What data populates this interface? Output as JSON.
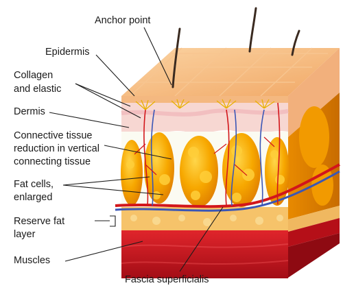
{
  "labels": {
    "anchor_point": "Anchor point",
    "epidermis": "Epidermis",
    "collagen_line1": "Collagen",
    "collagen_line2": "and elastic",
    "dermis": "Dermis",
    "connective_line1": "Connective tissue",
    "connective_line2": "reduction in vertical",
    "connective_line3": "connecting tissue",
    "fat_cells_line1": "Fat cells,",
    "fat_cells_line2": "enlarged",
    "reserve_fat_line1": "Reserve fat",
    "reserve_fat_line2": "layer",
    "muscles": "Muscles",
    "fascia": "Fascia superficialis"
  },
  "colors": {
    "epidermis": "#f4b880",
    "dermis": "#f7d7d2",
    "fat_lobule": "#f5a000",
    "fat_cell_light": "#ffcf3a",
    "connective_white": "#fbfbf2",
    "reserve_fat": "#f6c36a",
    "fascia_red": "#d2161b",
    "fascia_blue": "#3a56b6",
    "muscle": "#c8151f",
    "hair": "#3a2a20"
  }
}
